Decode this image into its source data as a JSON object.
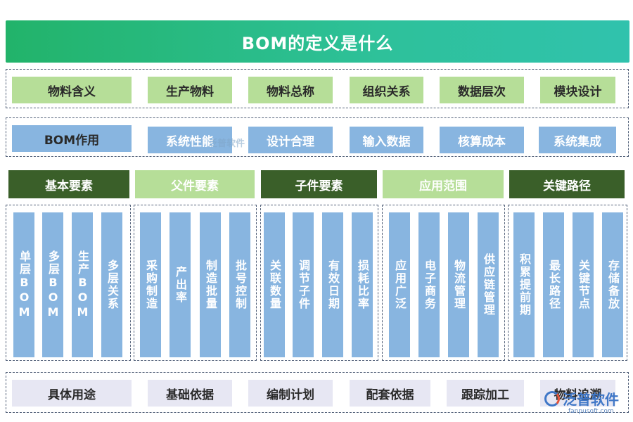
{
  "title": "BOM的定义是什么",
  "row1": {
    "head": "物料含义",
    "items": [
      "生产物料",
      "物料总称",
      "组织关系",
      "数据层次",
      "模块设计"
    ]
  },
  "row2": {
    "head": "BOM作用",
    "items": [
      "系统性能",
      "设计合理",
      "输入数据",
      "核算成本",
      "系统集成"
    ]
  },
  "categories": [
    "基本要素",
    "父件要素",
    "子件要素",
    "应用范围",
    "关键路径"
  ],
  "groups": [
    [
      "单层BOM",
      "多层BOM",
      "生产BOM",
      "多层关系"
    ],
    [
      "采购制造",
      "产出率",
      "制造批量",
      "批号控制"
    ],
    [
      "关联数量",
      "调节子件",
      "有效日期",
      "损耗比率"
    ],
    [
      "应用广泛",
      "电子商务",
      "物流管理",
      "供应链管理"
    ],
    [
      "积累提前期",
      "最长路径",
      "关键节点",
      "存储备放"
    ]
  ],
  "row5": {
    "head": "具体用途",
    "items": [
      "基础依据",
      "编制计划",
      "配套依据",
      "跟踪加工",
      "物料追溯"
    ]
  },
  "watermark": {
    "brand": "泛普软件",
    "url": "fanpusoft.com"
  }
}
